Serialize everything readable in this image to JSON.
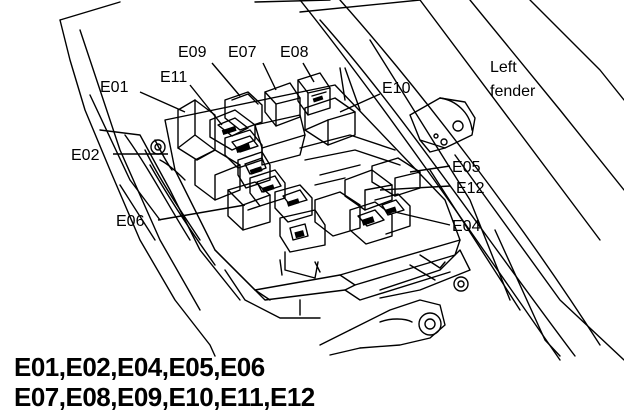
{
  "labels": {
    "E09": "E09",
    "E07": "E07",
    "E08": "E08",
    "E01": "E01",
    "E11": "E11",
    "E10": "E10",
    "E02": "E02",
    "E05": "E05",
    "E12": "E12",
    "E06": "E06",
    "E04": "E04",
    "left_fender_line1": "Left",
    "left_fender_line2": "fender"
  },
  "caption": {
    "line1": "E01,E02,E04,E05,E06",
    "line2": "E07,E08,E09,E10,E11,E12"
  }
}
